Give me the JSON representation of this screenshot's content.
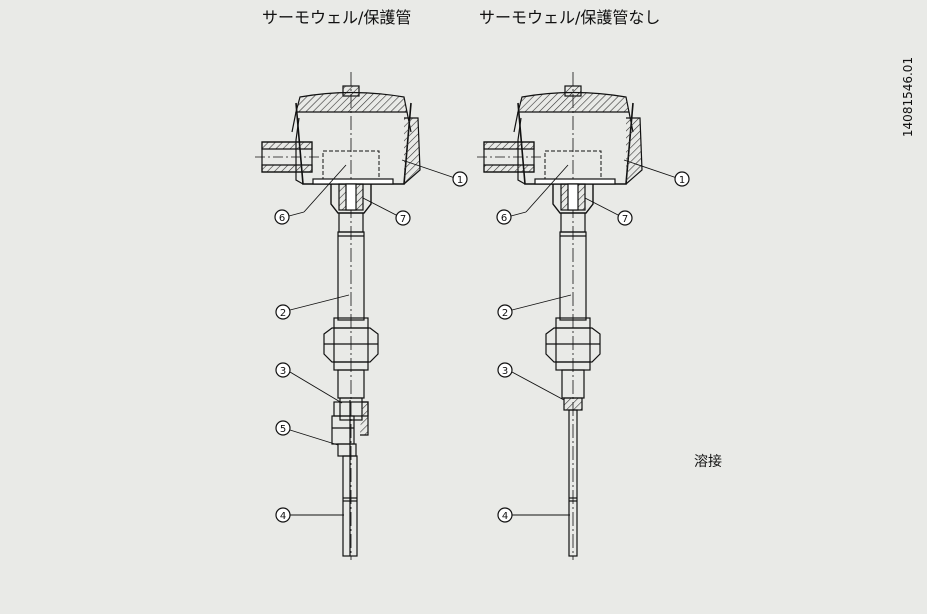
{
  "titles": {
    "with_thermowell": "サーモウェル/保護管",
    "without_thermowell": "サーモウェル/保護管なし"
  },
  "drawing_number": "14081546.01",
  "weld_label": "溶接",
  "callout_numbers": [
    "1",
    "2",
    "3",
    "4",
    "5",
    "6",
    "7"
  ],
  "colors": {
    "background": "#e9eae7",
    "line": "#111111",
    "hatch": "#333333"
  }
}
